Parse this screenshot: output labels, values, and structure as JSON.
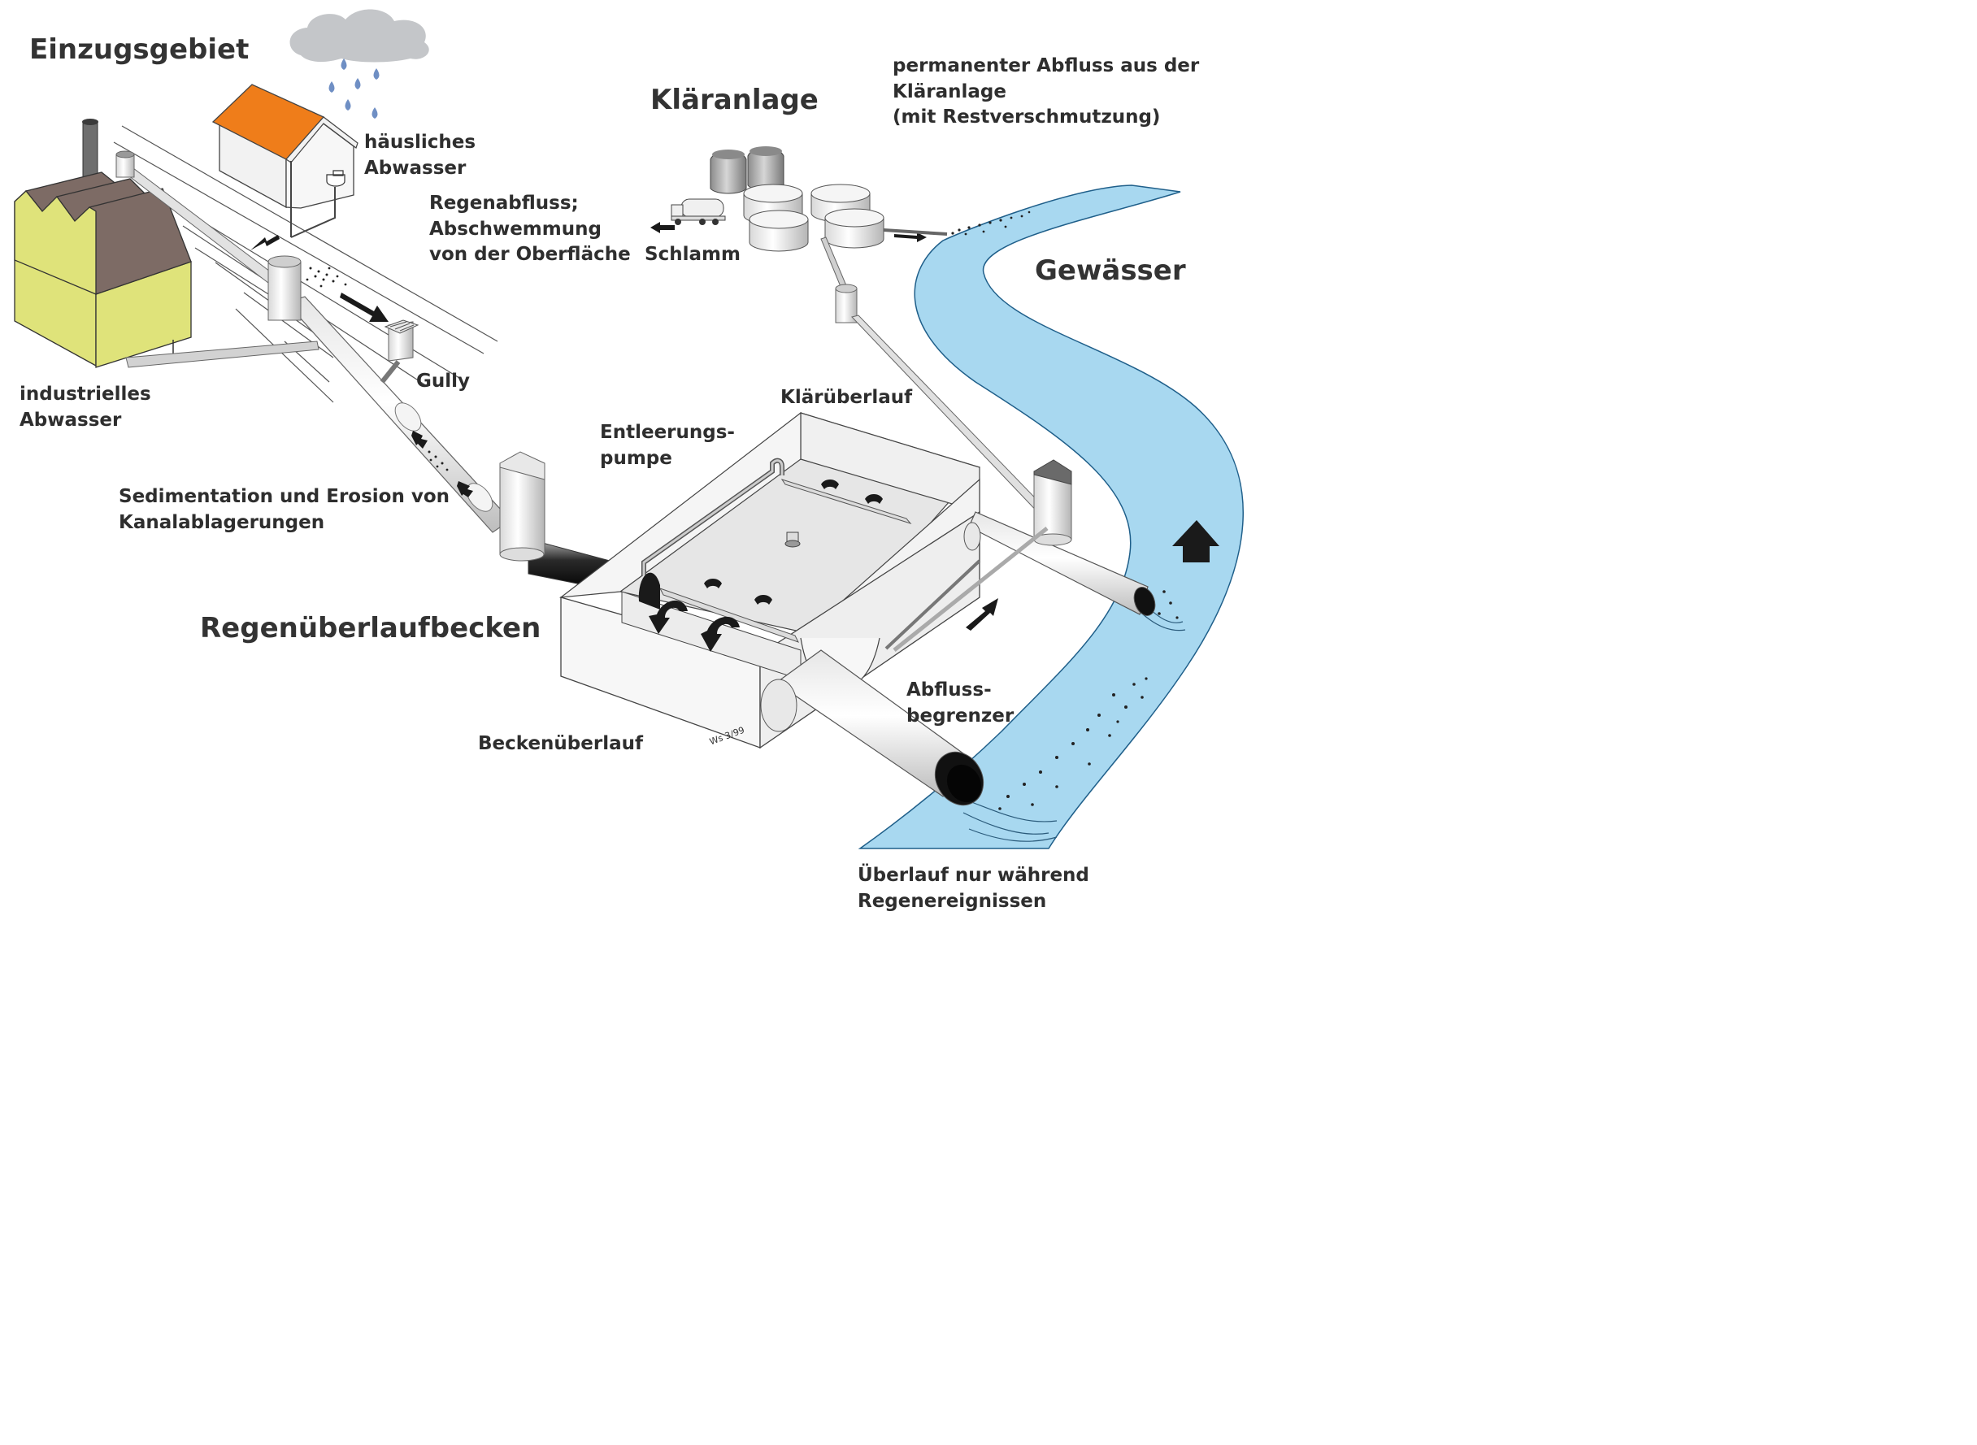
{
  "labels": {
    "einzugsgebiet": "Einzugsgebiet",
    "haeusliches_1": "häusliches",
    "haeusliches_2": "Abwasser",
    "regenabfluss_1": "Regenabfluss;",
    "regenabfluss_2": "Abschwemmung",
    "regenabfluss_3": "von der Oberfläche",
    "klaeranlage": "Kläranlage",
    "permanent_1": "permanenter Abfluss aus der",
    "permanent_2": "Kläranlage",
    "permanent_3": "(mit Restverschmutzung)",
    "schlamm": "Schlamm",
    "gewaesser": "Gewässer",
    "industrielles_1": "industrielles",
    "industrielles_2": "Abwasser",
    "gully": "Gully",
    "klaerueberlauf": "Klärüberlauf",
    "entleerung_1": "Entleerungs-",
    "entleerung_2": "pumpe",
    "sedimentation_1": "Sedimentation und Erosion von",
    "sedimentation_2": "Kanalablagerungen",
    "regenueberlaufbecken": "Regenüberlaufbecken",
    "abfluss_1": "Abfluss-",
    "abfluss_2": "begrenzer",
    "beckenueberlauf": "Beckenüberlauf",
    "ueberlauf_1": "Überlauf nur während",
    "ueberlauf_2": "Regenereignissen",
    "ws": "Ws 3/99"
  },
  "colors": {
    "river": "#a8d8f0",
    "roof_house": "#ef7d1a",
    "factory_wall": "#dfe37a",
    "factory_roof": "#7d6b65",
    "rain": "#6f8fc4",
    "cloud": "#c4c6c9"
  }
}
